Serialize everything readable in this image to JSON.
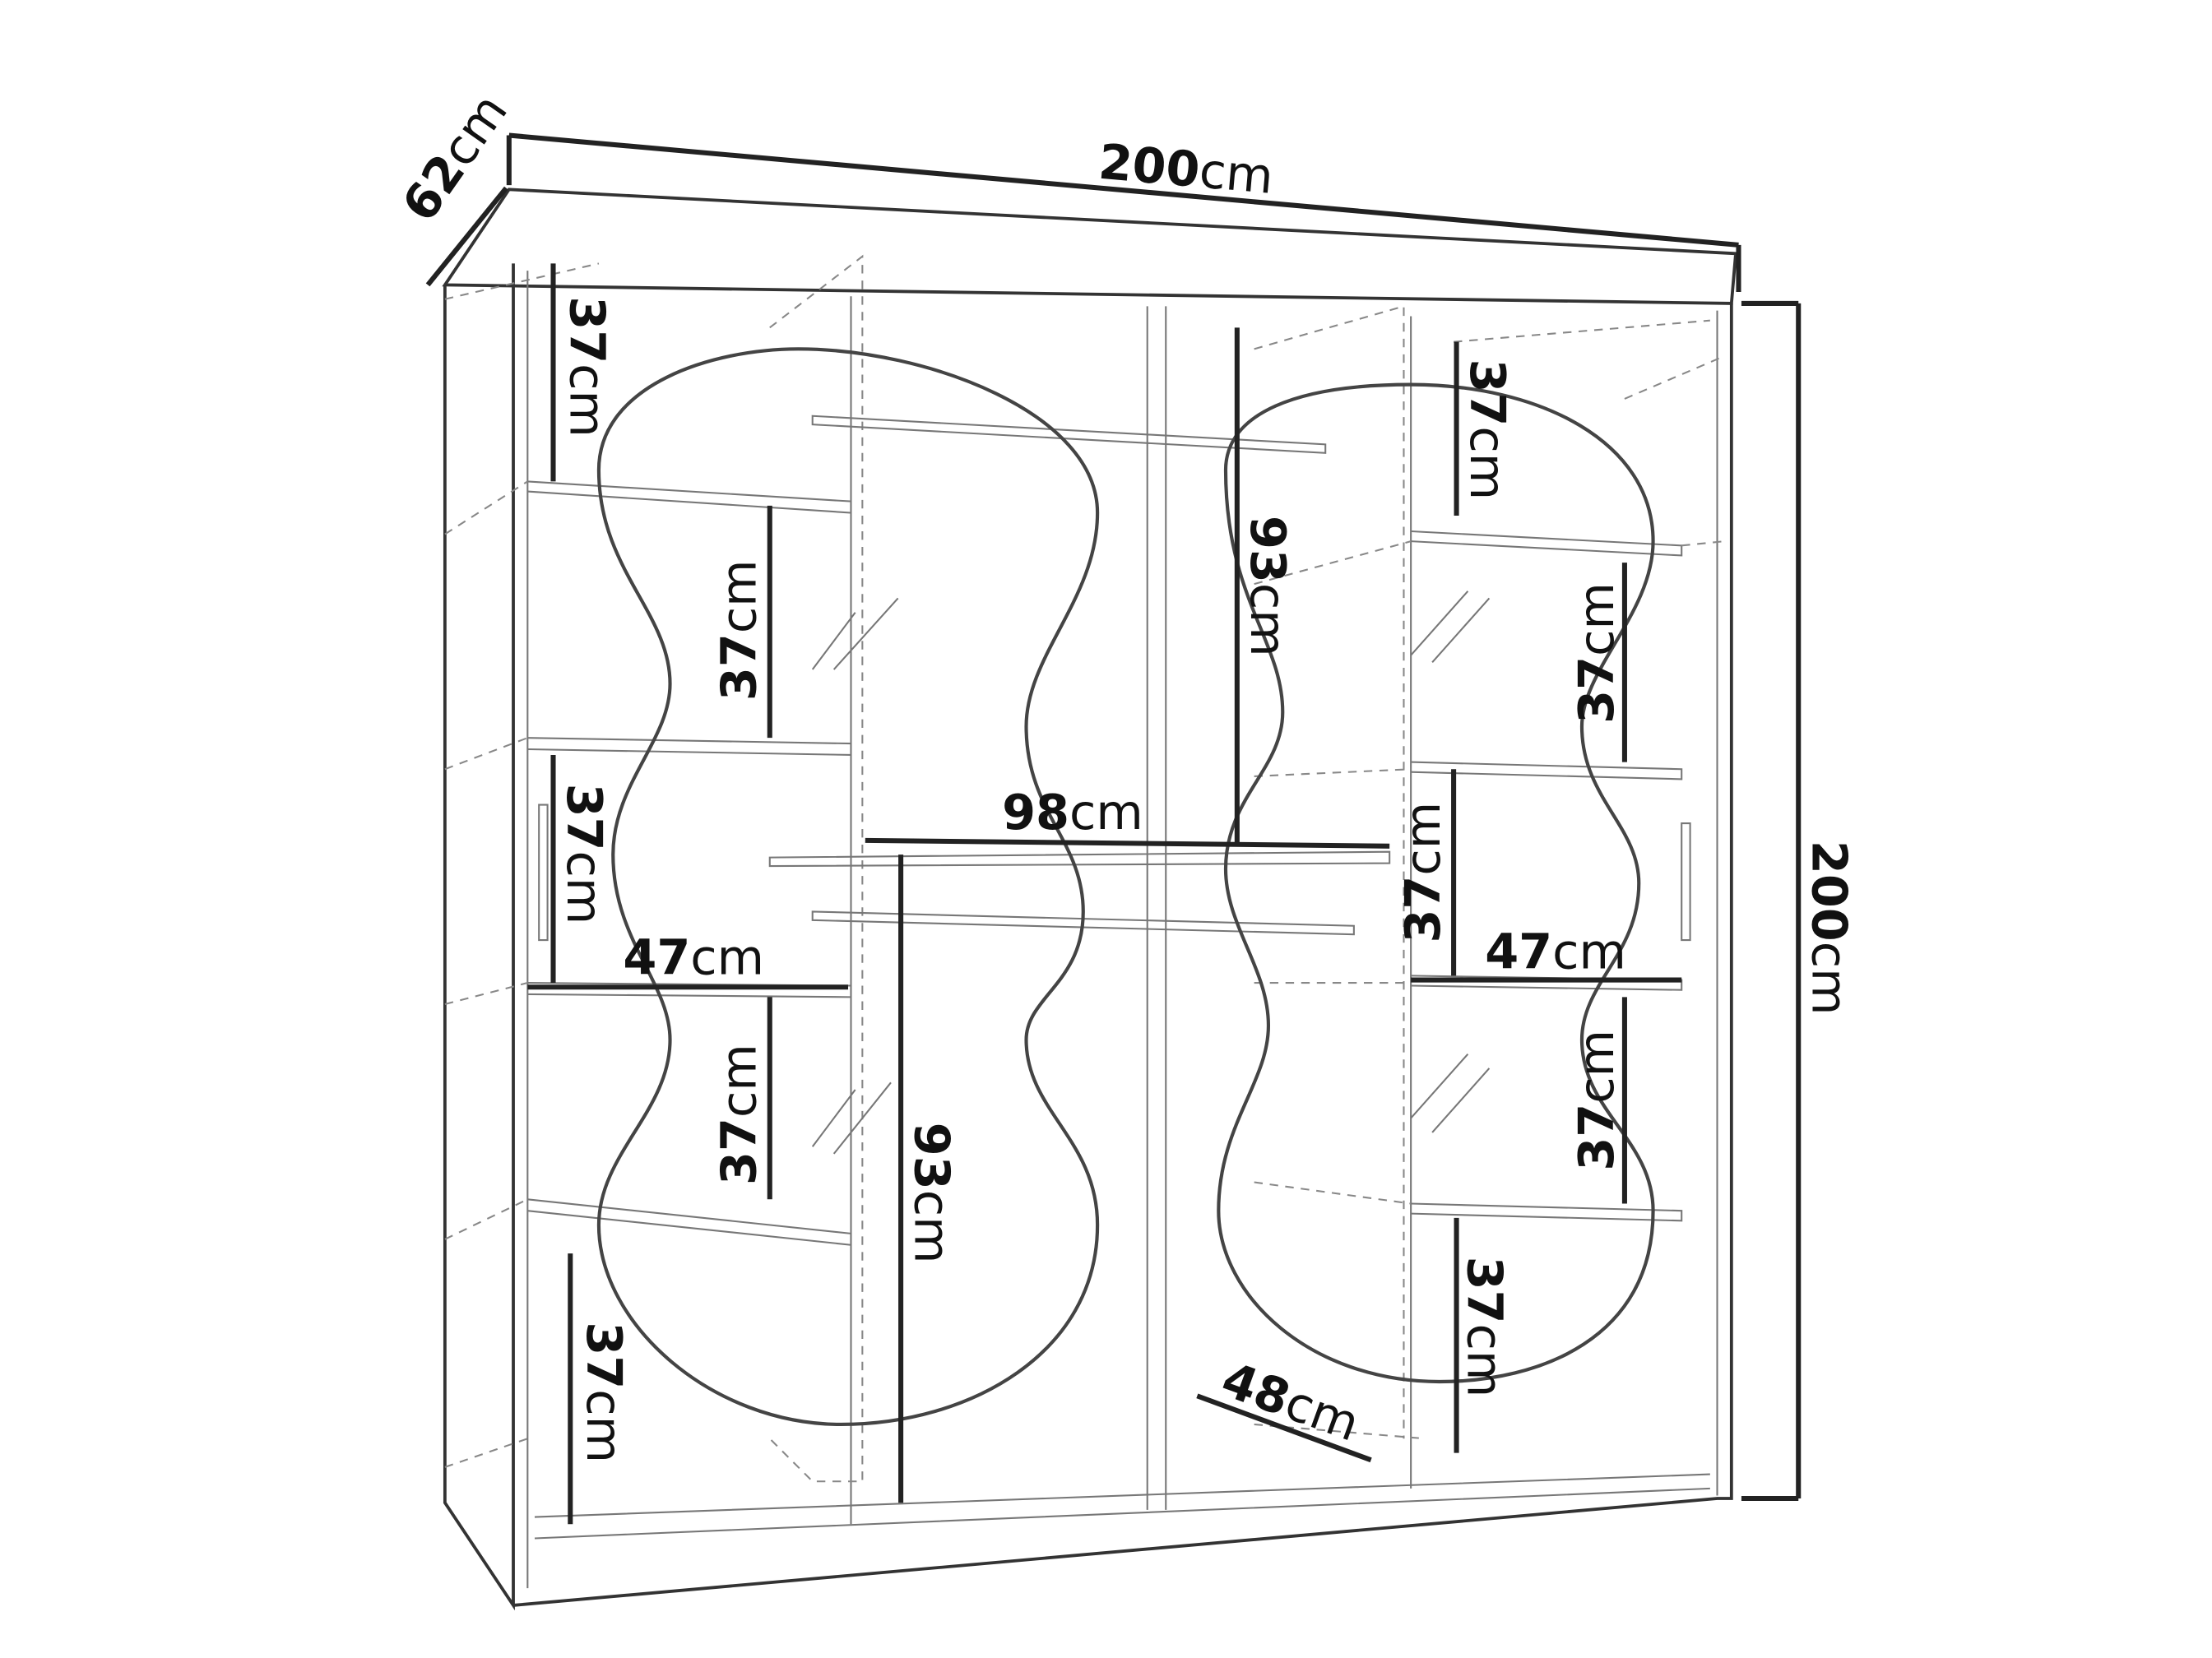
{
  "title": "Wardrobe dimensions diagram",
  "dimensions": {
    "width": {
      "num": "200",
      "unit": "cm"
    },
    "depth": {
      "num": "62",
      "unit": "cm"
    },
    "height": {
      "num": "200",
      "unit": "cm"
    },
    "hanging_width": {
      "num": "98",
      "unit": "cm"
    },
    "hanging_height_left": {
      "num": "93",
      "unit": "cm"
    },
    "hanging_height_right": {
      "num": "93",
      "unit": "cm"
    },
    "shelf_width_left": {
      "num": "47",
      "unit": "cm"
    },
    "shelf_width_right": {
      "num": "47",
      "unit": "cm"
    },
    "inner_depth": {
      "num": "48",
      "unit": "cm"
    },
    "shelf_heights": [
      {
        "num": "37",
        "unit": "cm"
      },
      {
        "num": "37",
        "unit": "cm"
      },
      {
        "num": "37",
        "unit": "cm"
      },
      {
        "num": "37",
        "unit": "cm"
      },
      {
        "num": "37",
        "unit": "cm"
      },
      {
        "num": "37",
        "unit": "cm"
      },
      {
        "num": "37",
        "unit": "cm"
      },
      {
        "num": "37",
        "unit": "cm"
      },
      {
        "num": "37",
        "unit": "cm"
      },
      {
        "num": "37",
        "unit": "cm"
      }
    ]
  }
}
